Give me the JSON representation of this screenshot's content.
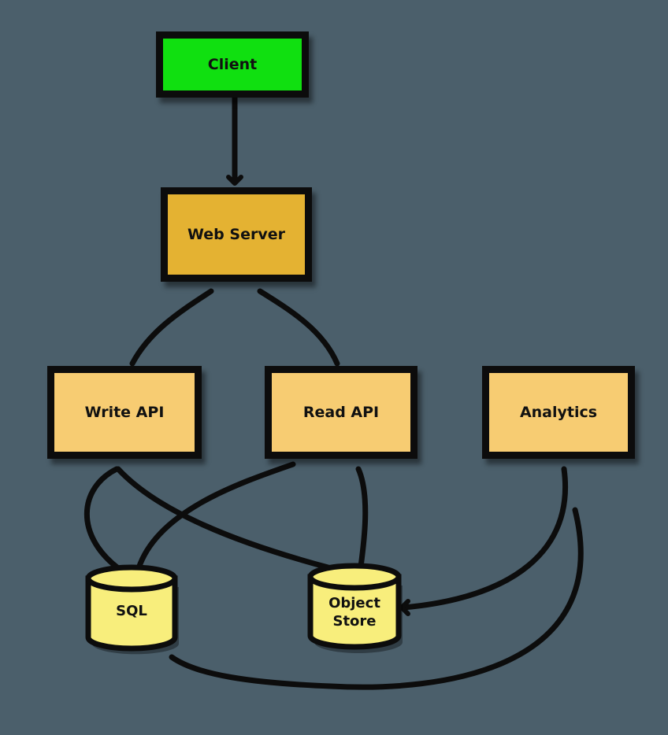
{
  "nodes": {
    "client": "Client",
    "web_server": "Web Server",
    "write_api": "Write API",
    "read_api": "Read API",
    "analytics": "Analytics",
    "sql": "SQL",
    "object_store": "Object\nStore"
  },
  "colors": {
    "background": "#4b5f6b",
    "client_fill": "#10e010",
    "web_server_fill": "#e4b232",
    "api_fill": "#f7cc72",
    "database_fill": "#f8ee7c",
    "stroke": "#0c0c0c"
  }
}
